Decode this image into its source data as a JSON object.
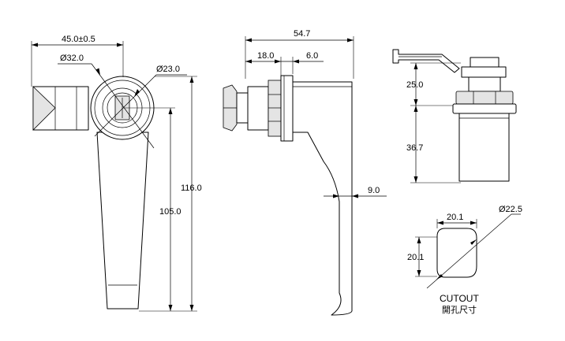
{
  "dimensions": {
    "handle_width": "45.0±0.5",
    "outer_diameter": "Ø32.0",
    "inner_diameter": "Ø23.0",
    "overall_length": "116.0",
    "lever_length": "105.0",
    "overall_depth": "54.7",
    "body_depth": "18.0",
    "flange_depth": "6.0",
    "tip_offset": "9.0",
    "cam_height": "25.0",
    "housing_height": "36.7"
  },
  "cutout": {
    "width": "20.1",
    "height": "20.1",
    "diameter": "Ø22.5",
    "caption_en": "CUTOUT",
    "caption_cn": "開孔尺寸"
  }
}
